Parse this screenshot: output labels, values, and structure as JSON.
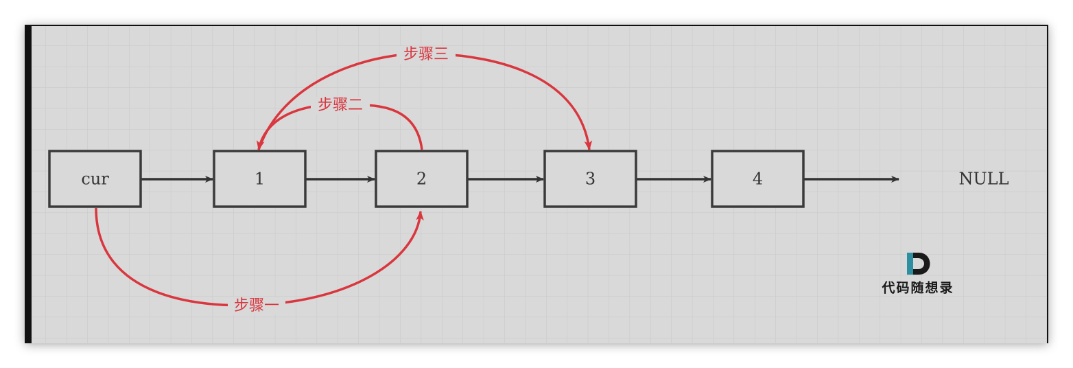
{
  "nodes": [
    {
      "id": "cur",
      "label": "cur"
    },
    {
      "id": "n1",
      "label": "1"
    },
    {
      "id": "n2",
      "label": "2"
    },
    {
      "id": "n3",
      "label": "3"
    },
    {
      "id": "n4",
      "label": "4"
    }
  ],
  "null_label": "NULL",
  "steps": [
    {
      "id": "step1",
      "label": "步骤一"
    },
    {
      "id": "step2",
      "label": "步骤二"
    },
    {
      "id": "step3",
      "label": "步骤三"
    }
  ],
  "logo": {
    "letter": "D",
    "text": "代码随想录"
  },
  "colors": {
    "background": "#d9d9d9",
    "grid": "#c7c7c7",
    "box_border": "#3a3a3a",
    "arrow": "#333333",
    "step_arrow": "#d9363e",
    "logo_accent": "#2e8fa0"
  }
}
